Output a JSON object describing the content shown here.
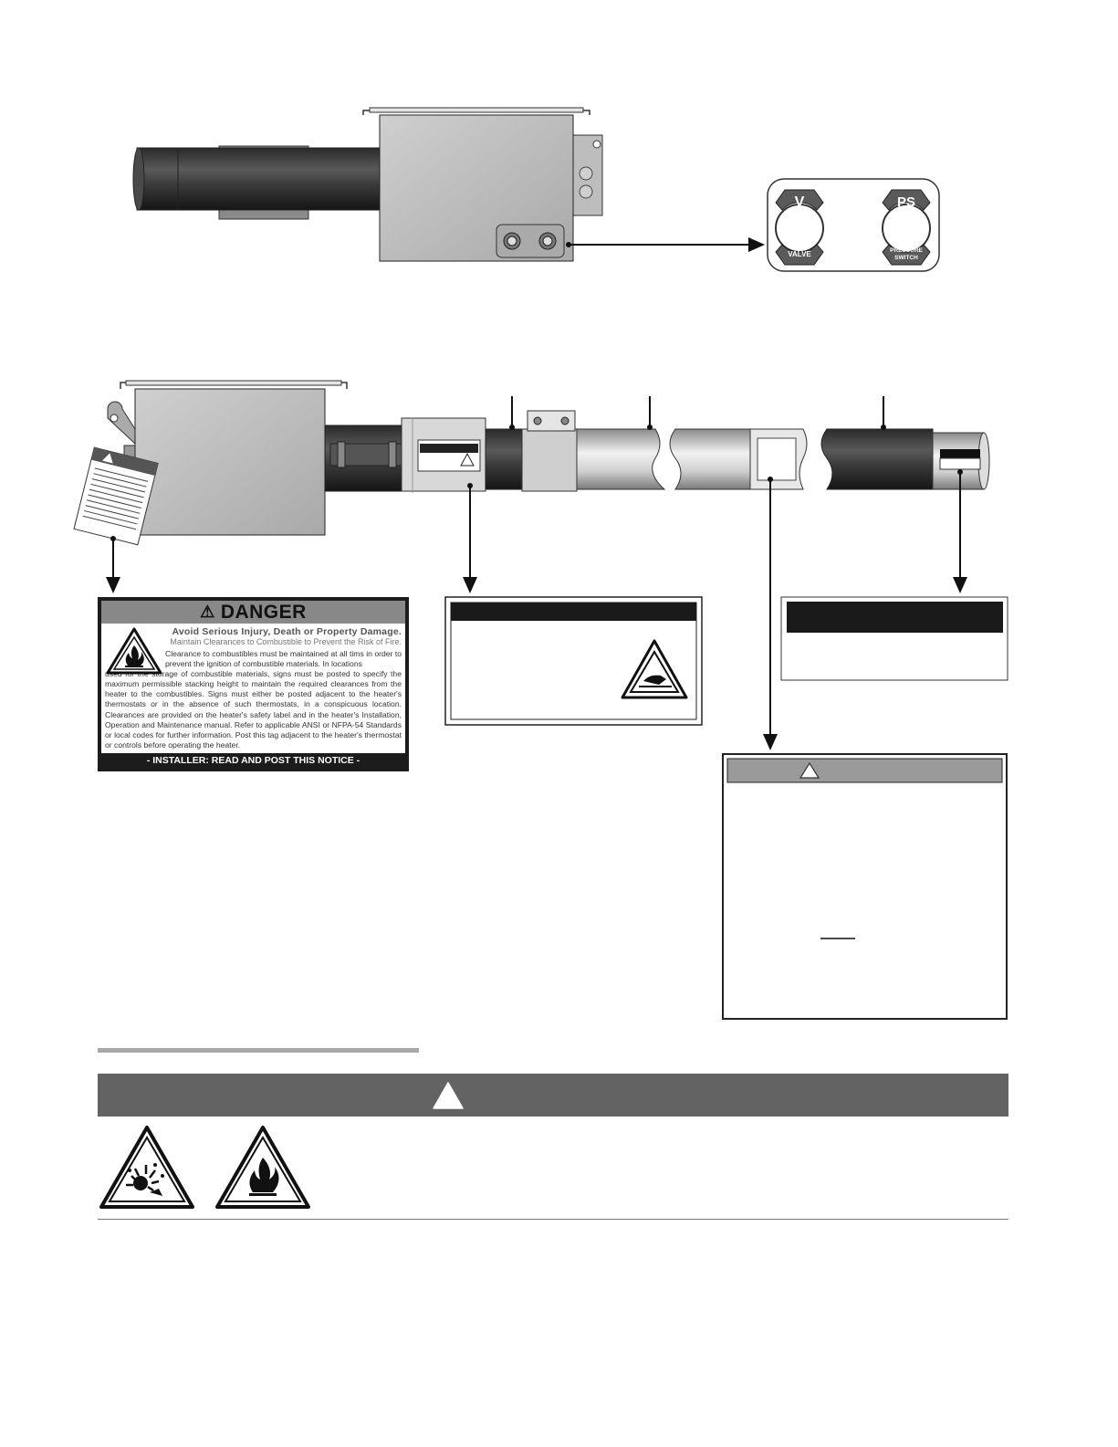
{
  "control_panel": {
    "valve_letter": "V",
    "valve_label": "VALVE",
    "switch_letter": "PS",
    "switch_label_line1": "PRESSURE",
    "switch_label_line2": "SWITCH"
  },
  "danger_label": {
    "header": "DANGER",
    "headline": "Avoid Serious Injury, Death or Property Damage.",
    "subhead": "Maintain Clearances to Combustible to Prevent the Risk of Fire.",
    "body_indented": "Clearance to combustibles must be maintained at all tims in order to prevent the ignition of combustible materials. In locations",
    "body_rest": "used for the storage of combustible materials, signs must be posted to specify the maximum permissible stacking height to maintain the required clearances from the heater to the combustibles. Signs must either be posted adjacent to the heater's thermostats or in the absence of such thermostats, in a conspicuous location. Clearances are provided on the heater's safety label and in the heater's Installation, Operation and Maintenance manual. Refer to applicable ANSI or NFPA-54 Standards or local codes for further information. Post this tag adjacent to the heater's thermostat or controls before operating the heater.",
    "footer": "- INSTALLER: READ AND POST THIS NOTICE -"
  },
  "colors": {
    "warning_band": "#636363",
    "danger_header": "#888888",
    "rule": "#a8a8a8"
  }
}
